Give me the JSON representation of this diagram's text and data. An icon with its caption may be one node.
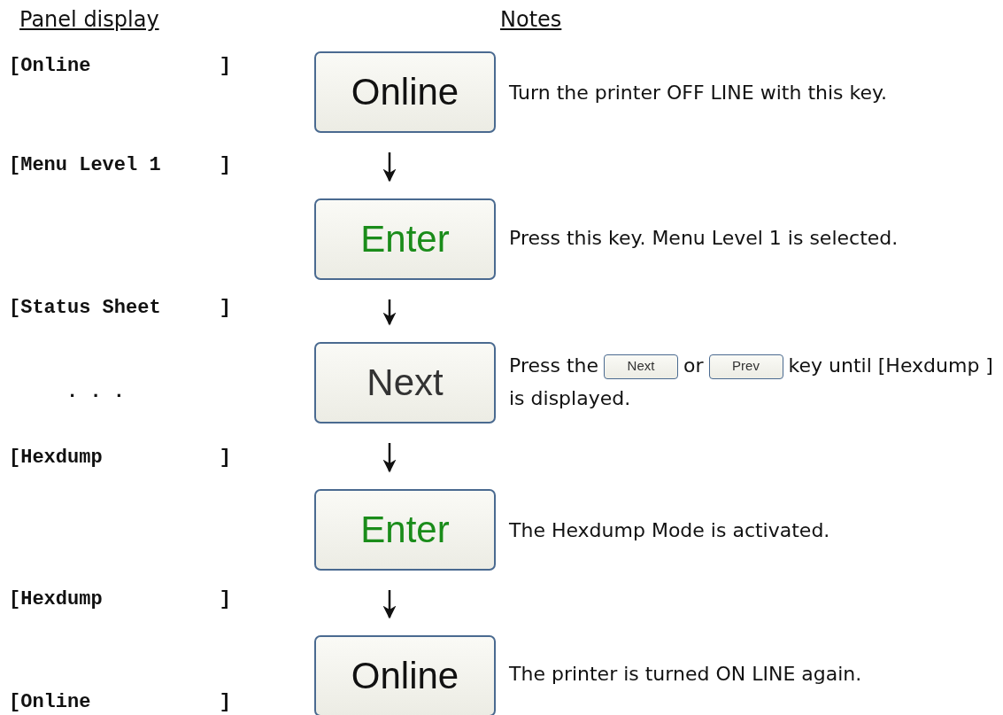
{
  "diagram": {
    "nodes": [
      {
        "text": [
          "Online"
        ],
        "beside": [
          "Turn the printer OFF LINE with this key."
        ]
      },
      {
        "text": [
          "Enter"
        ],
        "beside": [
          "Press this key. Menu Level 1 is selected."
        ]
      },
      {
        "text": [
          "Next"
        ],
        "beside": [
          "Press the",
          "or",
          "key until [Hexdump ] is displayed."
        ]
      },
      {
        "text": [
          "Enter"
        ],
        "beside": [
          "The Hexdump Mode is activated."
        ]
      },
      {
        "text": [
          "Online"
        ],
        "beside": [
          "The printer is turned ON LINE again."
        ]
      },
      {
        "text": [
          "Next"
        ]
      },
      {
        "text": [
          "Prev"
        ]
      }
    ],
    "edges": [
      {
        "from": 0,
        "to": 1,
        "arrow": "to"
      },
      {
        "from": 1,
        "to": 2,
        "arrow": "to"
      },
      {
        "from": 2,
        "to": 3,
        "arrow": "to"
      },
      {
        "from": 3,
        "to": 4,
        "arrow": "to"
      }
    ],
    "labels": [
      "Panel display",
      "Notes",
      "[Online           ]",
      "[Menu Level 1     ]",
      "[Status Sheet     ]",
      ". . .",
      "[Hexdump          ]",
      "[Hexdump          ]",
      "[Online           ]"
    ]
  }
}
